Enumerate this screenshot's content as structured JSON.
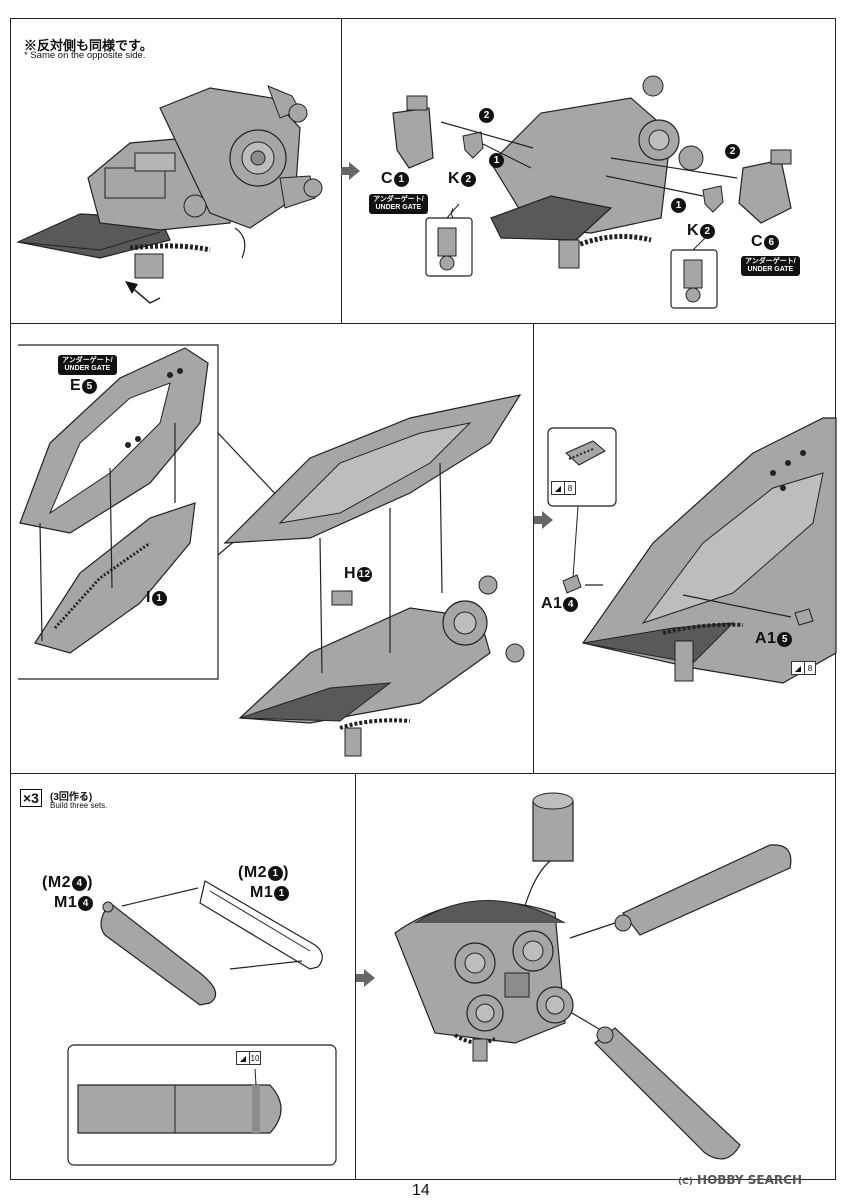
{
  "top_note": {
    "ja": "※反対側も同様です。",
    "en": "* Same on the opposite side."
  },
  "gate_badge": {
    "ja": "アンダーゲート/",
    "en": "UNDER GATE"
  },
  "panel2": {
    "c1": {
      "letter": "C",
      "num": "1"
    },
    "k2a": {
      "letter": "K",
      "num": "2"
    },
    "k2b": {
      "letter": "K",
      "num": "2"
    },
    "c6": {
      "letter": "C",
      "num": "6"
    },
    "steps": [
      "1",
      "2"
    ]
  },
  "panel3": {
    "e5": {
      "letter": "E",
      "num": "5"
    },
    "i1": {
      "letter": "I",
      "num": "1"
    }
  },
  "panel4": {
    "h12": {
      "letter": "H",
      "num": "12"
    }
  },
  "panel5": {
    "a14": {
      "letter": "A1",
      "num": "4"
    },
    "a15": {
      "letter": "A1",
      "num": "5"
    },
    "tool_num": "8"
  },
  "panel6": {
    "x3": {
      "mark": "×3",
      "ja": "(3回作る)",
      "en": "Build three sets."
    },
    "left_label": {
      "line1_prefix": "(M2",
      "line1_num": "4",
      "line1_suffix": ")",
      "line2_prefix": "M1",
      "line2_num": "4"
    },
    "right_label": {
      "line1_prefix": "(M2",
      "line1_num": "1",
      "line1_suffix": ")",
      "line2_prefix": "M1",
      "line2_num": "1"
    },
    "tool_num": "10"
  },
  "page_number": "14",
  "watermark": {
    "text": "HOBBY SEARCH",
    "mark": "(C)"
  },
  "colors": {
    "line": "#222222",
    "fill_grey": "#a6a6a6",
    "fill_dark": "#595959",
    "arrow": "#666666"
  }
}
